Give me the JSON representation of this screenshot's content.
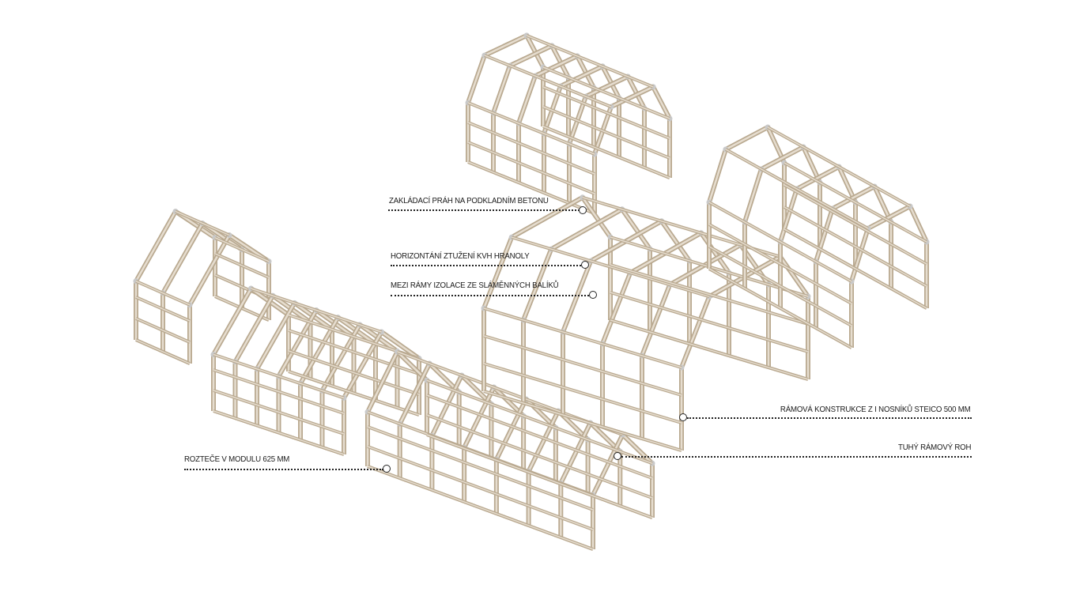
{
  "labels": {
    "foundation_sill": "ZAKLÁDACÍ PRÁH NA PODKLADNÍM BETONU",
    "horizontal_bracing": "HORIZONTÁNÍ ZTUŽENÍ KVH HRANOLY",
    "straw_insulation": "MEZI RÁMY IZOLACE ZE SLÁMĚNNÝCH BALÍKŮ",
    "frame_construction": "RÁMOVÁ KONSTRUKCE Z I NOSNÍKŮ STEICO 500 MM",
    "rigid_corner": "TUHÝ RÁMOVÝ ROH",
    "module_spacing": "ROZTEČE V MODULU 625 MM"
  },
  "colors": {
    "timber": "#b9a990",
    "timber_light": "#e6ddcf",
    "joint": "#c9c9c9",
    "leader": "#222222"
  }
}
